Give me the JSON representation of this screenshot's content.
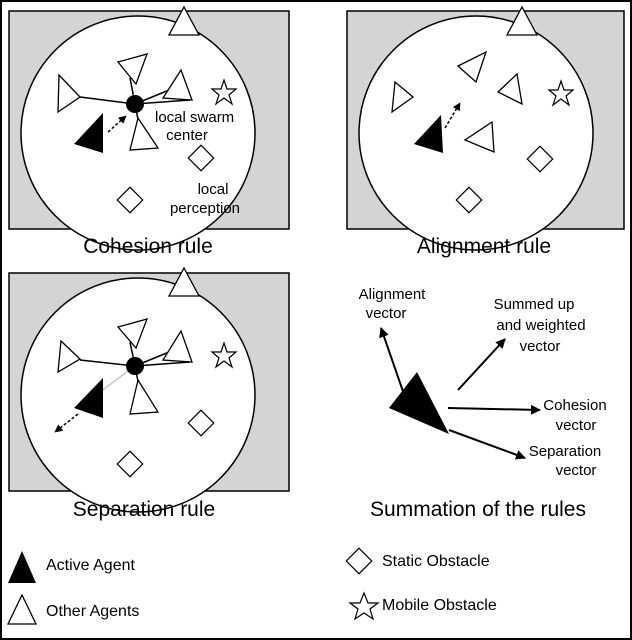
{
  "panels": {
    "cohesion": {
      "caption": "Cohesion rule",
      "labels": {
        "center_1": "local swarm",
        "center_2": "center",
        "perception_1": "local",
        "perception_2": "perception"
      }
    },
    "alignment": {
      "caption": "Alignment rule"
    },
    "separation": {
      "caption": "Separation rule"
    },
    "summation": {
      "caption": "Summation of the rules",
      "vectors": {
        "alignment_1": "Alignment",
        "alignment_2": "vector",
        "summed_1": "Summed up",
        "summed_2": "and weighted",
        "summed_3": "vector",
        "cohesion_1": "Cohesion",
        "cohesion_2": "vector",
        "separation_1": "Separation",
        "separation_2": "vector"
      }
    }
  },
  "legend": {
    "active_agent": "Active Agent",
    "other_agents": "Other Agents",
    "static_obstacle": "Static Obstacle",
    "mobile_obstacle": "Mobile Obstacle"
  },
  "colors": {
    "panel_bg": "#d4d4d4",
    "border": "#000000",
    "agent_fill": "#000000",
    "shape_fill": "#ffffff",
    "separation_line": "#c8c8c8"
  }
}
